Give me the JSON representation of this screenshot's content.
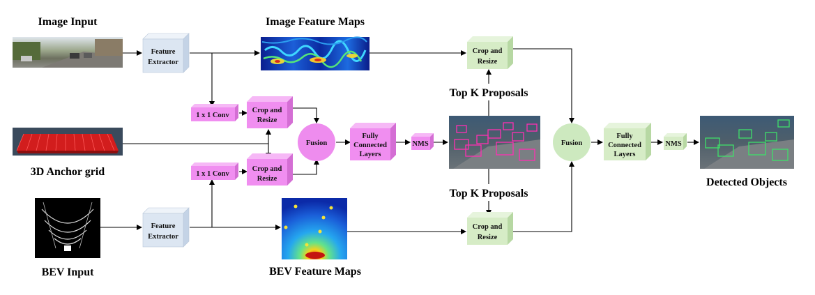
{
  "labels": {
    "image_input": "Image Input",
    "image_feature_maps": "Image Feature Maps",
    "anchor_grid": "3D Anchor grid",
    "bev_input": "BEV Input",
    "bev_feature_maps": "BEV Feature Maps",
    "top_k_upper": "Top K Proposals",
    "top_k_lower": "Top K Proposals",
    "detected_objects": "Detected Objects"
  },
  "blocks": {
    "feature_extractor_top": [
      "Feature",
      "Extractor"
    ],
    "feature_extractor_bottom": [
      "Feature",
      "Extractor"
    ],
    "conv_top": "1 x 1 Conv",
    "conv_bottom": "1 x 1 Conv",
    "crop_resize_anchor_top": [
      "Crop and",
      "Resize"
    ],
    "crop_resize_anchor_bottom": [
      "Crop and",
      "Resize"
    ],
    "fusion_1": "Fusion",
    "fc_1": [
      "Fully",
      "Connected",
      "Layers"
    ],
    "nms_1": "NMS",
    "crop_resize_proposal_top": [
      "Crop and",
      "Resize"
    ],
    "crop_resize_proposal_bottom": [
      "Crop and",
      "Resize"
    ],
    "fusion_2": "Fusion",
    "fc_2": [
      "Fully",
      "Connected",
      "Layers"
    ],
    "nms_2": "NMS"
  },
  "colors": {
    "feature_extractor": "#dce6f2",
    "pink_block": "#f08ef0",
    "fusion_circle": "#ee8cee",
    "green_block": "#d6ecc6",
    "fusion_circle_green": "#cde9bf"
  }
}
